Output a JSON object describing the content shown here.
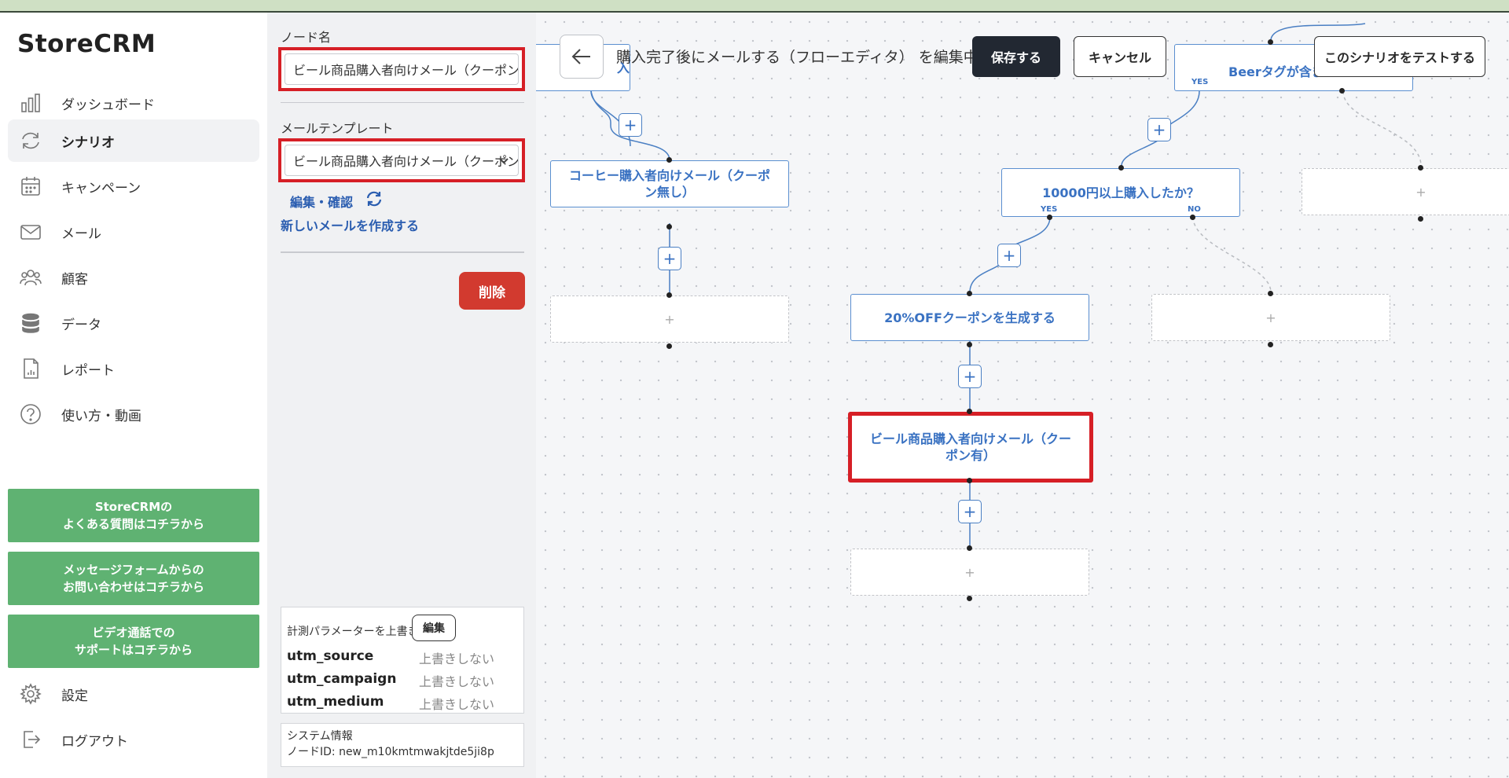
{
  "sidebar": {
    "brand": "StoreCRM",
    "nav": [
      {
        "label": "ダッシュボード",
        "icon": "bar-chart-icon"
      },
      {
        "label": "シナリオ",
        "icon": "refresh-cycle-icon",
        "active": true
      },
      {
        "label": "キャンペーン",
        "icon": "calendar-icon"
      },
      {
        "label": "メール",
        "icon": "envelope-icon"
      },
      {
        "label": "顧客",
        "icon": "users-icon"
      },
      {
        "label": "データ",
        "icon": "database-icon"
      },
      {
        "label": "レポート",
        "icon": "report-document-icon"
      },
      {
        "label": "使い方・動画",
        "icon": "question-circle-icon"
      }
    ],
    "support": [
      "StoreCRMの\nよくある質問はコチラから",
      "メッセージフォームからの\nお問い合わせはコチラから",
      "ビデオ通話での\nサポートはコチラから"
    ],
    "settings": "設定",
    "logout": "ログアウト"
  },
  "panel": {
    "node_name_label": "ノード名",
    "node_name_value": "ビール商品購入者向けメール（クーポン有）",
    "template_label": "メールテンプレート",
    "template_value": "ビール商品購入者向けメール（クーポン有）",
    "edit_link": "編集・確認",
    "new_mail_link": "新しいメールを作成する",
    "delete_button": "削除",
    "utm": {
      "title": "計測パラメーターを上書き",
      "edit_button": "編集",
      "rows": [
        {
          "key": "utm_source",
          "value": "上書きしない"
        },
        {
          "key": "utm_campaign",
          "value": "上書きしない"
        },
        {
          "key": "utm_medium",
          "value": "上書きしない"
        }
      ]
    },
    "system_title": "システム情報",
    "node_id": "ノードID: new_m10kmtmwakjtde5ji8p"
  },
  "toolbar": {
    "editing_title": "購入完了後にメールする（フローエディタ） を編集中",
    "save": "保存する",
    "cancel": "キャンセル",
    "test": "このシナリオをテストする"
  },
  "canvas": {
    "nodes": {
      "top_left_partial": "入",
      "top_right_partial": "Beerタグが含ま",
      "coffee": "コーヒー購入者向けメール（クーポン無し）",
      "price_check": "10000円以上購入したか？",
      "coupon_gen": "20%OFFクーポンを生成する",
      "beer_mail": "ビール商品購入者向けメール（クーポン有）",
      "empty": "+"
    },
    "yes": "YES",
    "no": "NO",
    "plus": "+"
  }
}
